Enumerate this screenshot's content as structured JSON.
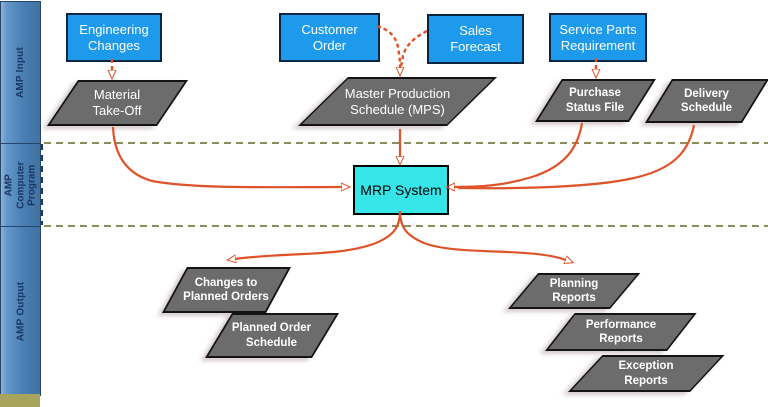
{
  "sidebar": {
    "sections": [
      {
        "label": "AMP Input"
      },
      {
        "label": "AMP Computer Program"
      },
      {
        "label": "AMP Output"
      }
    ]
  },
  "nodes": {
    "inputs": [
      {
        "id": "engineering-changes",
        "label": "Engineering Changes"
      },
      {
        "id": "customer-order",
        "label": "Customer Order"
      },
      {
        "id": "sales-forecast",
        "label": "Sales Forecast"
      },
      {
        "id": "service-parts-requirement",
        "label": "Service Parts Requirement"
      }
    ],
    "documents": [
      {
        "id": "material-take-off",
        "label": "Material Take-Off"
      },
      {
        "id": "master-production-schedule",
        "label": "Master Production Schedule (MPS)"
      },
      {
        "id": "purchase-status-file",
        "label": "Purchase Status File"
      },
      {
        "id": "delivery-schedule",
        "label": "Delivery Schedule"
      }
    ],
    "system": {
      "id": "mrp-system",
      "label": "MRP System"
    },
    "outputs": [
      {
        "id": "changes-to-planned-orders",
        "label": "Changes to Planned Orders"
      },
      {
        "id": "planned-order-schedule",
        "label": "Planned Order Schedule"
      },
      {
        "id": "planning-reports",
        "label": "Planning Reports"
      },
      {
        "id": "performance-reports",
        "label": "Performance Reports"
      },
      {
        "id": "exception-reports",
        "label": "Exception Reports"
      }
    ]
  },
  "connections": [
    {
      "from": "engineering-changes",
      "to": "material-take-off",
      "style": "dashed"
    },
    {
      "from": "customer-order",
      "to": "master-production-schedule",
      "style": "dashed"
    },
    {
      "from": "sales-forecast",
      "to": "master-production-schedule",
      "style": "dashed"
    },
    {
      "from": "service-parts-requirement",
      "to": "purchase-status-file",
      "style": "dashed"
    },
    {
      "from": "material-take-off",
      "to": "mrp-system",
      "style": "solid"
    },
    {
      "from": "master-production-schedule",
      "to": "mrp-system",
      "style": "solid"
    },
    {
      "from": "purchase-status-file",
      "to": "mrp-system",
      "style": "solid"
    },
    {
      "from": "delivery-schedule",
      "to": "mrp-system",
      "style": "solid"
    },
    {
      "from": "mrp-system",
      "to": "changes-to-planned-orders",
      "style": "solid"
    },
    {
      "from": "mrp-system",
      "to": "planning-reports",
      "style": "solid"
    }
  ],
  "colors": {
    "accent_orange": "#DE5329",
    "node_blue": "#1E9AEC",
    "node_gray": "#6C6C6C",
    "system_cyan": "#35E5E8",
    "sidebar_blue": "#4A80B6",
    "separator_olive": "#8C8C5C",
    "sidebar_footer_olive": "#A8A45C",
    "sidebar_text_navy": "#1A3863"
  }
}
